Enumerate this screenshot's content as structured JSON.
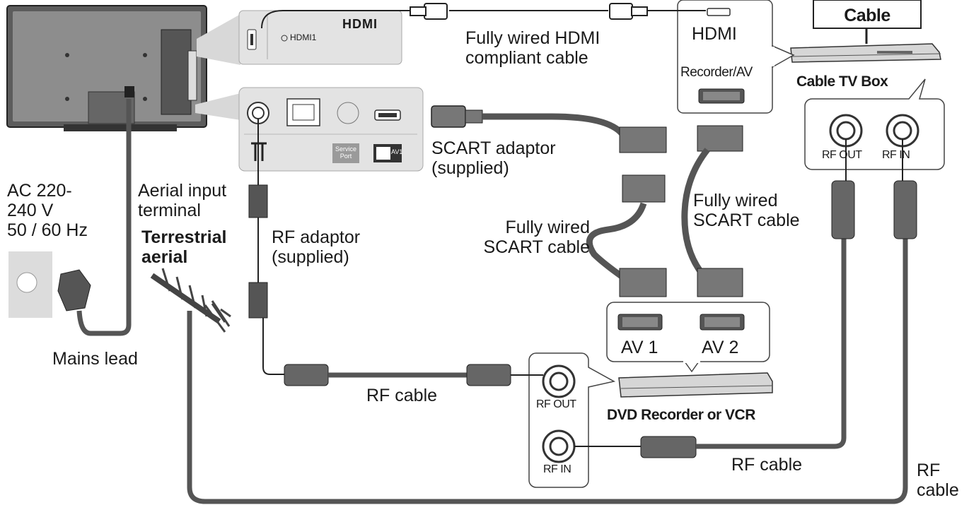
{
  "labels": {
    "cable": "Cable",
    "cable_tv_box": "Cable TV Box",
    "hdmi_cable": "Fully wired HDMI\ncompliant cable",
    "hdmi_port": "HDMI",
    "recorder_av": "Recorder/AV",
    "scart_adaptor": "SCART adaptor\n(supplied)",
    "rf_out_top": "RF OUT",
    "rf_in_top": "RF IN",
    "ac_power": "AC 220-\n240 V\n50 / 60 Hz",
    "aerial_input": "Aerial input\nterminal",
    "terrestrial_aerial": "Terrestrial\naerial",
    "rf_adaptor": "RF adaptor\n(supplied)",
    "scart_cable_left": "Fully wired\nSCART cable",
    "scart_cable_right": "Fully wired\nSCART cable",
    "av1": "AV 1",
    "av2": "AV 2",
    "mains_lead": "Mains lead",
    "rf_cable_left": "RF cable",
    "rf_out_dvd": "RF OUT",
    "rf_in_dvd": "RF IN",
    "dvd_recorder": "DVD Recorder or VCR",
    "rf_cable_middle": "RF cable",
    "rf_cable_right": "RF\ncable"
  },
  "panel_text": {
    "hdmi_logo": "HDMI",
    "hdmi1": "HDMI1",
    "service_port": "Service\nPort",
    "av1_mini": "AV1"
  },
  "colors": {
    "line": "#2b2b2b",
    "cable_dark": "#3a3a3a",
    "plug_grey": "#6e6e6e",
    "panel_bg": "#e9e9e9",
    "panel_stroke": "#9a9a9a"
  }
}
